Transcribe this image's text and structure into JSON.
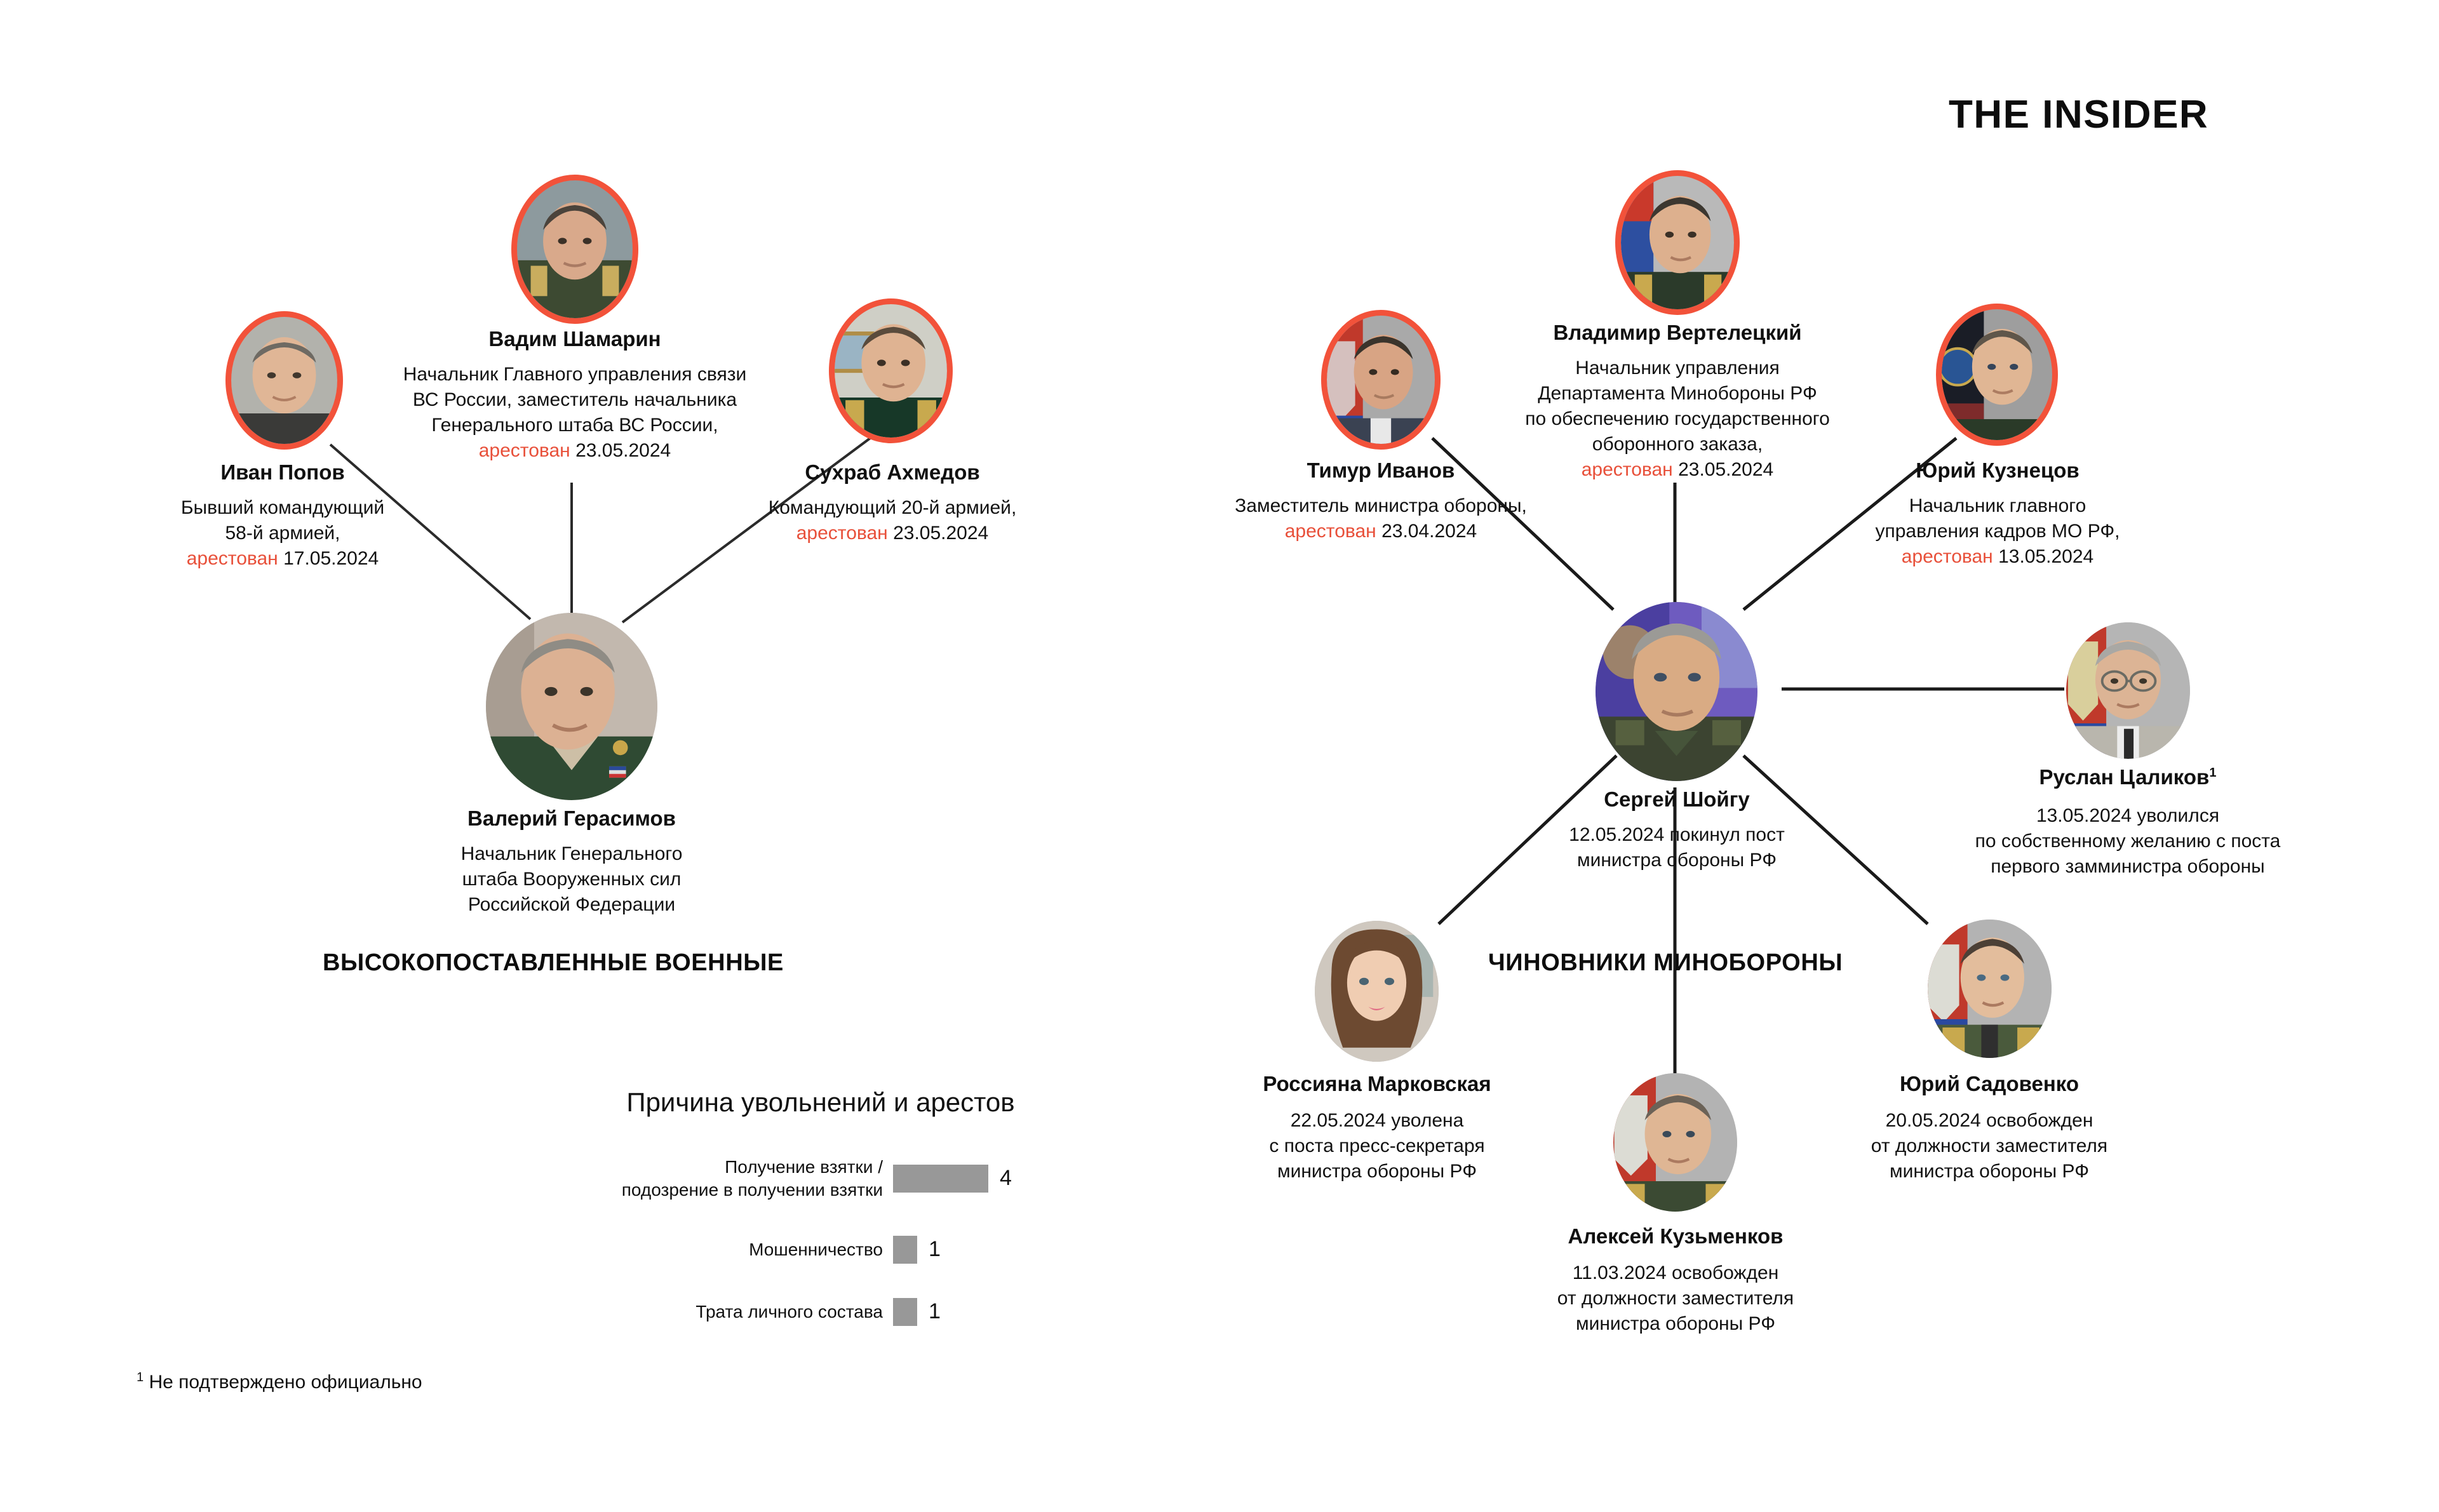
{
  "brand": {
    "logo_text": "THE INSIDER"
  },
  "sections": {
    "military": "ВЫСОКОПОСТАВЛЕННЫЕ ВОЕННЫЕ",
    "officials": "ЧИНОВНИКИ МИНОБОРОНЫ"
  },
  "people": {
    "popov": {
      "name": "Иван Попов",
      "desc_lines": [
        "Бывший командующий",
        "58-й армией,"
      ],
      "status_label": "арестован",
      "status_date": "17.05.2024"
    },
    "shamarin": {
      "name": "Вадим Шамарин",
      "desc_lines": [
        "Начальник Главного управления связи",
        "ВС России, заместитель начальника",
        "Генерального штаба ВС России,"
      ],
      "status_label": "арестован",
      "status_date": "23.05.2024"
    },
    "akhmedov": {
      "name": "Сухраб Ахмедов",
      "desc_lines": [
        "Командующий 20-й армией,"
      ],
      "status_label": "арестован",
      "status_date": "23.05.2024"
    },
    "gerasimov": {
      "name": "Валерий Герасимов",
      "desc_lines": [
        "Начальник Генерального",
        "штаба Вооруженных сил",
        "Российской Федерации"
      ],
      "status_label": "",
      "status_date": ""
    },
    "ivanov": {
      "name": "Тимур Иванов",
      "desc_lines": [
        "Заместитель министра обороны,"
      ],
      "status_label": "арестован",
      "status_date": "23.04.2024"
    },
    "verteletsky": {
      "name": "Владимир Вертелецкий",
      "desc_lines": [
        "Начальник управления",
        "Департамента Минобороны РФ",
        "по обеспечению государственного",
        "оборонного заказа,"
      ],
      "status_label": "арестован",
      "status_date": "23.05.2024"
    },
    "kuznetsov": {
      "name": "Юрий Кузнецов",
      "desc_lines": [
        "Начальник главного",
        "управления кадров МО РФ,"
      ],
      "status_label": "арестован",
      "status_date": "13.05.2024"
    },
    "shoigu": {
      "name": "Сергей Шойгу",
      "desc_lines": [
        "12.05.2024 покинул пост",
        "министра обороны РФ"
      ],
      "status_label": "",
      "status_date": ""
    },
    "tsalikov": {
      "name": "Руслан Цаликов",
      "name_sup": "1",
      "desc_lines": [
        "13.05.2024 уволился",
        "по собственному желанию с поста",
        "первого замминистра обороны"
      ],
      "status_label": "",
      "status_date": ""
    },
    "markovskaya": {
      "name": "Россияна Марковская",
      "desc_lines": [
        "22.05.2024 уволена",
        "с поста пресс-секретаря",
        "министра обороны РФ"
      ],
      "status_label": "",
      "status_date": ""
    },
    "kuzmenkov": {
      "name": "Алексей Кузьменков",
      "desc_lines": [
        "11.03.2024 освобожден",
        "от должности заместителя",
        "министра обороны РФ"
      ],
      "status_label": "",
      "status_date": ""
    },
    "sadovenko": {
      "name": "Юрий Садовенко",
      "desc_lines": [
        "20.05.2024 освобожден",
        "от должности заместителя",
        "министра обороны РФ"
      ],
      "status_label": "",
      "status_date": ""
    }
  },
  "footnote": {
    "mark": "1",
    "text": "Не подтверждено официально"
  },
  "chart_data": {
    "type": "bar",
    "orientation": "horizontal",
    "title": "Причина увольнений и арестов",
    "categories": [
      "Получение взятки /\nподозрение в получении взятки",
      "Мошенничество",
      "Трата личного состава"
    ],
    "category_lines": [
      [
        "Получение взятки /",
        "подозрение в получении взятки"
      ],
      [
        "Мошенничество"
      ],
      [
        "Трата личного состава"
      ]
    ],
    "values": [
      4,
      1,
      1
    ],
    "value_labels": [
      "4",
      "1",
      "1"
    ],
    "bar_color": "#989898",
    "xlabel": "",
    "ylabel": "",
    "xlim": [
      0,
      4
    ],
    "grid": false,
    "legend": "none"
  },
  "colors": {
    "accent_red": "#f2523a",
    "status_red": "#e8503a",
    "bar_gray": "#989898",
    "text": "#111111",
    "background": "#ffffff"
  }
}
